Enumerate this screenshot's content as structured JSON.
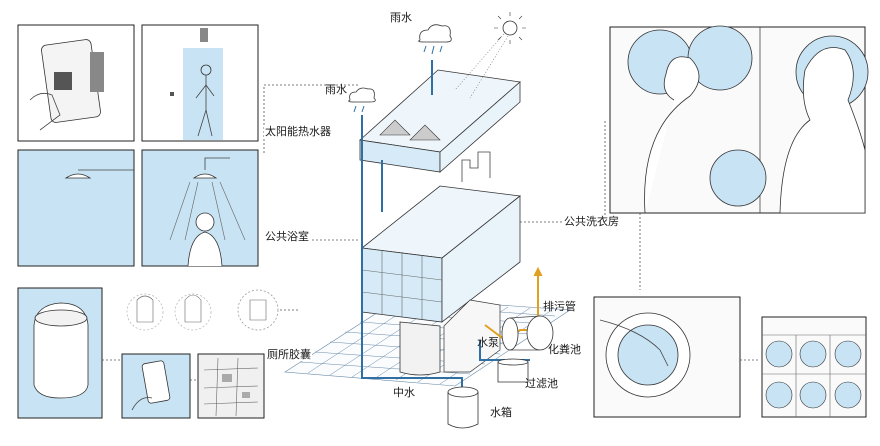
{
  "labels": {
    "rain_top": "雨水",
    "rain_left": "雨水",
    "solar_heater": "太阳能热水器",
    "public_bath": "公共浴室",
    "public_laundry": "公共洗衣房",
    "toilet_capsule": "厕所胶囊",
    "sewage_pipe": "排污管",
    "pump": "水泵",
    "septic_tank": "化粪池",
    "filter_tank": "过滤池",
    "gray_water": "中水",
    "water_tank": "水箱"
  },
  "colors": {
    "sky_blue": "#c8e3f3",
    "pipe_blue": "#2f6fa3",
    "sewage_orange": "#e0a020"
  }
}
